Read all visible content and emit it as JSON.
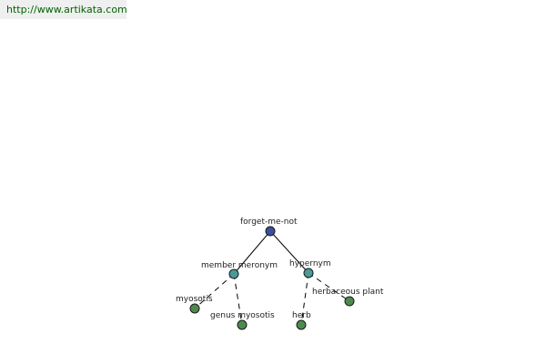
{
  "header": {
    "url": "http://www.artikata.com"
  },
  "graph": {
    "colors": {
      "root": "#3b4f9c",
      "relation": "#4b9a9a",
      "leaf": "#4e8a4e"
    },
    "nodes": {
      "root": "forget-me-not",
      "member_meronym": "member meronym",
      "hypernym": "hypernym",
      "myosotis": "myosotis",
      "genus_myosotis": "genus myosotis",
      "herb": "herb",
      "herbaceous_plant": "herbaceous plant"
    }
  }
}
